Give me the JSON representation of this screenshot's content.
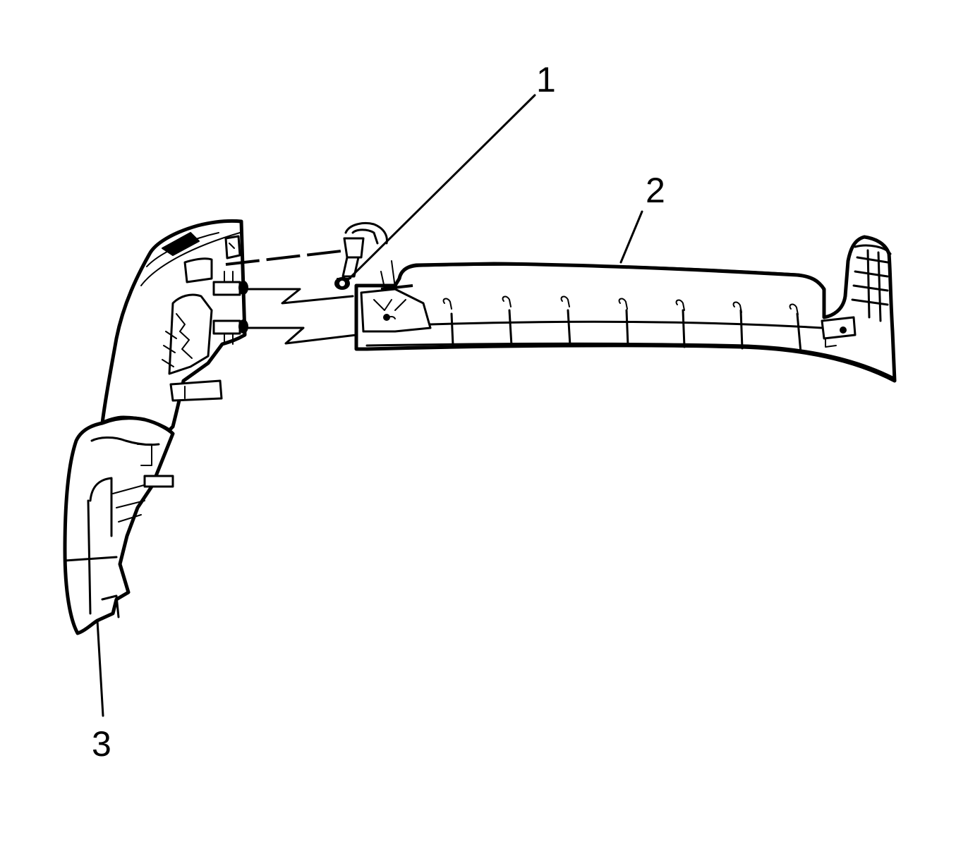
{
  "diagram": {
    "callouts": [
      {
        "id": "1",
        "label": "1"
      },
      {
        "id": "2",
        "label": "2"
      },
      {
        "id": "3",
        "label": "3"
      }
    ],
    "line_color": "#000000",
    "background": "#ffffff"
  }
}
